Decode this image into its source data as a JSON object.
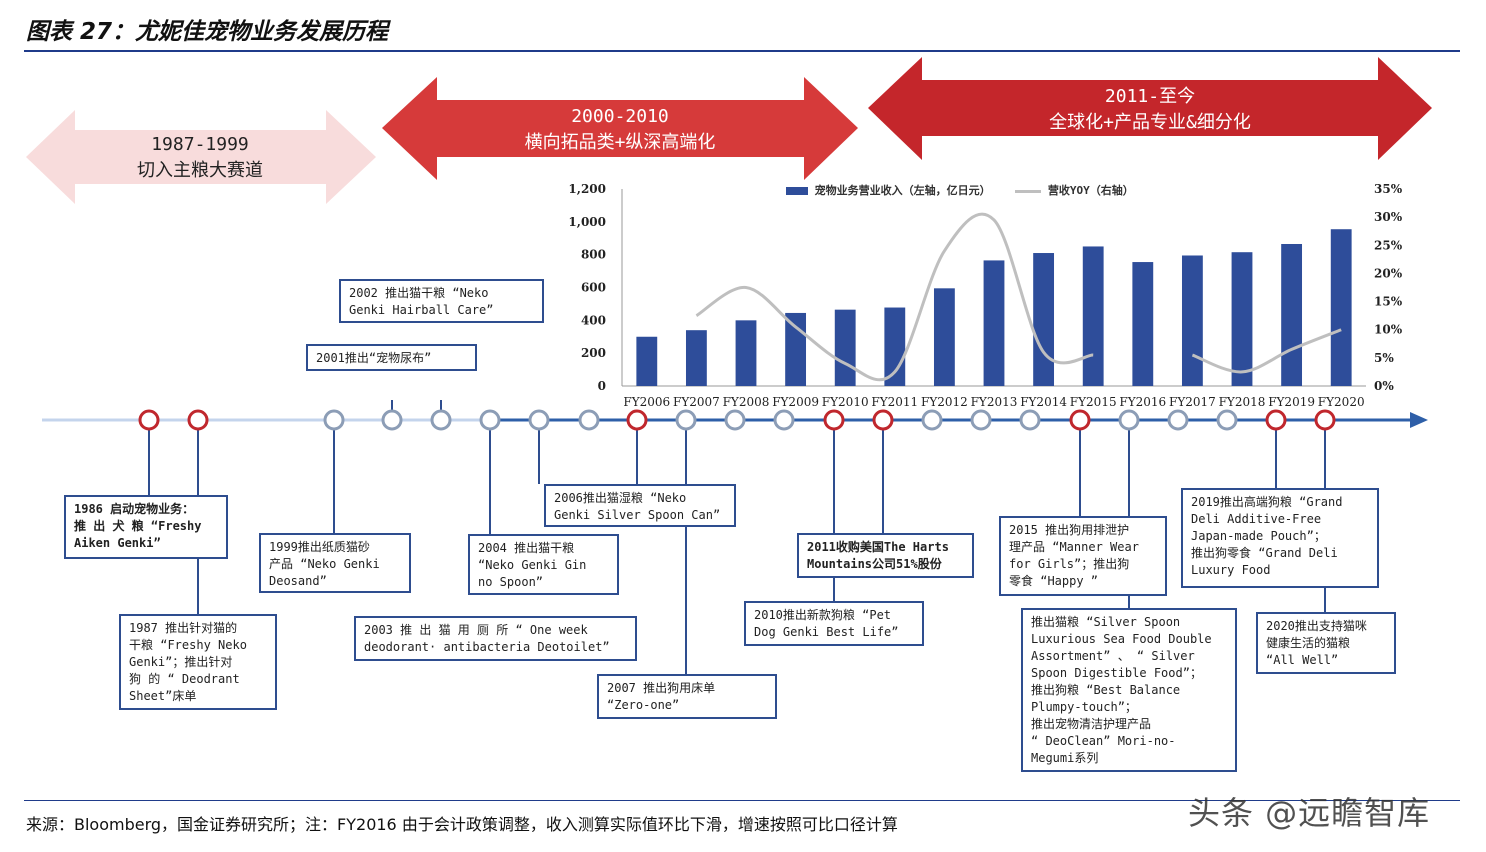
{
  "title": "图表 27：尤妮佳宠物业务发展历程",
  "colors": {
    "bar": "#2e4d9a",
    "line": "#bfbfbf",
    "timeline": "#2e5fa8",
    "phase_light": "#f7d9d9",
    "phase_mid": "#d83a3a",
    "phase_dark": "#c0272d",
    "node_red": "#c0272d",
    "node_grey": "#8c9db6"
  },
  "phases": [
    {
      "years": "1987-1999",
      "label": "切入主粮大赛道"
    },
    {
      "years": "2000-2010",
      "label": "横向拓品类+纵深高端化"
    },
    {
      "years": "2011-至今",
      "label": "全球化+产品专业&细分化"
    }
  ],
  "events": {
    "e1986": "1986 启动宠物业务：\n推 出 犬 粮 “Freshy\nAiken Genki”",
    "e1987": "1987 推出针对猫的\n干粮 “Freshy Neko\nGenki”；推出针对\n狗 的  “ Deodrant\nSheet”床单",
    "e1999": "1999推出纸质猫砂\n产品 “Neko Genki\nDeosand”",
    "e2001": "2001推出“宠物尿布”",
    "e2002": "2002 推出猫干粮 “Neko\nGenki Hairball Care”",
    "e2003": "2003 推 出 猫 用 厕 所 “ One  week\ndeodorant· antibacteria Deotoilet”",
    "e2004": "2004 推出猫干粮\n“Neko Genki Gin\nno Spoon”",
    "e2006": "2006推出猫湿粮 “Neko\nGenki Silver Spoon Can”",
    "e2007": "2007 推出狗用床单\n“Zero-one”",
    "e2010": "2010推出新款狗粮 “Pet\nDog Genki Best Life”",
    "e2011": "2011收购美国The Harts\nMountains公司51%股份",
    "e2015": "2015 推出狗用排泄护\n理产品 “Manner Wear\nfor Girls”；推出狗\n零食 “Happy ”",
    "e2015b": "推出猫粮 “Silver Spoon\nLuxurious Sea Food Double\nAssortment” 、 “ Silver\nSpoon Digestible Food”；\n推出狗粮 “Best Balance\nPlumpy-touch”；\n推出宠物清洁护理产品\n“ DeoClean” Mori-no-\nMegumi系列",
    "e2019": "2019推出高端狗粮 “Grand\nDeli    Additive-Free\nJapan-made Pouch”；\n推出狗零食 “Grand Deli\nLuxury Food",
    "e2020": "2020推出支持猫咪\n健康生活的猫粮\n“All Well”"
  },
  "chart_data": {
    "type": "bar",
    "categories": [
      "FY2006",
      "FY2007",
      "FY2008",
      "FY2009",
      "FY2010",
      "FY2011",
      "FY2012",
      "FY2013",
      "FY2014",
      "FY2015",
      "FY2016",
      "FY2017",
      "FY2018",
      "FY2019",
      "FY2020"
    ],
    "series": [
      {
        "name": "宠物业务营业收入（左轴，亿日元）",
        "type": "bar",
        "axis": "left",
        "values": [
          300,
          340,
          400,
          445,
          465,
          478,
          595,
          765,
          810,
          850,
          755,
          795,
          815,
          865,
          955
        ]
      },
      {
        "name": "营收YOY（右轴）",
        "type": "line",
        "axis": "right",
        "unit": "%",
        "values": [
          null,
          12.5,
          17.5,
          10.5,
          4.0,
          2.5,
          24.0,
          29.5,
          6.0,
          5.5,
          null,
          5.5,
          2.5,
          6.5,
          10.0
        ]
      }
    ],
    "left_ticks": [
      "1,200",
      "1,000",
      "800",
      "600",
      "400",
      "200",
      "0"
    ],
    "right_ticks": [
      "35%",
      "30%",
      "25%",
      "20%",
      "15%",
      "10%",
      "5%",
      "0%"
    ],
    "ylim_left": [
      0,
      1200
    ],
    "ylim_right": [
      0,
      35
    ]
  },
  "timeline_nodes": [
    "red",
    "red",
    "grey",
    "grey",
    "grey",
    "grey",
    "grey",
    "grey",
    "red",
    "grey",
    "grey",
    "grey",
    "red",
    "red",
    "grey",
    "grey",
    "grey",
    "red",
    "grey",
    "grey",
    "grey",
    "red",
    "red"
  ],
  "source": "来源：Bloomberg，国金证券研究所；注：FY2016 由于会计政策调整，收入测算实际值环比下滑，增速按照可比口径计算",
  "watermark": "头条 @远瞻智库"
}
